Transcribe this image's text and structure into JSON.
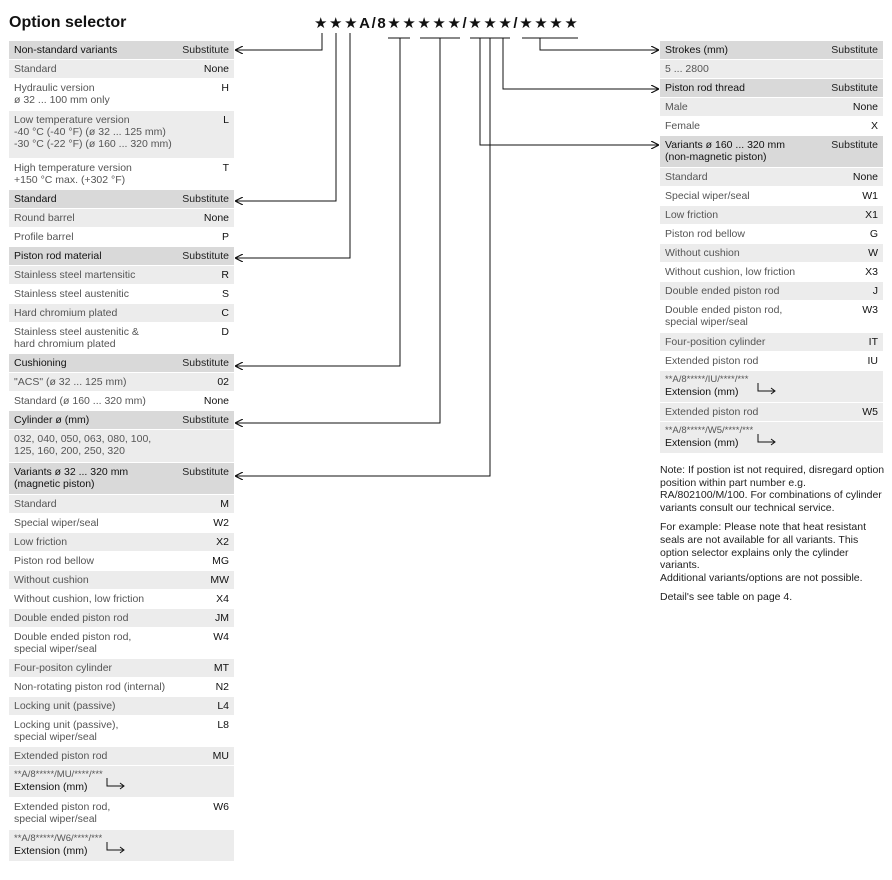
{
  "title": "Option selector",
  "code": "★★★A/8★★★★★/★★★/★★★★",
  "left_table": [
    {
      "type": "hdr",
      "label": "Non-standard variants",
      "code": "Substitute",
      "h": 19
    },
    {
      "type": "g",
      "label": "Standard",
      "code": "None",
      "h": 19
    },
    {
      "type": "w",
      "label": "Hydraulic version\nø 32 ... 100 mm only",
      "code": "H",
      "h": 32
    },
    {
      "type": "g",
      "label": "Low temperature version\n-40 °C (-40 °F) (ø 32 ... 125 mm)\n-30 °C (-22 °F) (ø 160 ... 320 mm)",
      "code": "L",
      "h": 48
    },
    {
      "type": "w",
      "label": "High temperature version\n+150 °C max. (+302 °F)",
      "code": "T",
      "h": 31
    },
    {
      "type": "hdr",
      "label": "Standard",
      "code": "Substitute",
      "h": 19
    },
    {
      "type": "g",
      "label": "Round barrel",
      "code": "None",
      "h": 19
    },
    {
      "type": "w",
      "label": "Profile barrel",
      "code": "P",
      "h": 19
    },
    {
      "type": "hdr",
      "label": "Piston rod material",
      "code": "Substitute",
      "h": 19
    },
    {
      "type": "g",
      "label": "Stainless steel martensitic",
      "code": "R",
      "h": 19
    },
    {
      "type": "w",
      "label": "Stainless steel austenitic",
      "code": "S",
      "h": 19
    },
    {
      "type": "g",
      "label": "Hard chromium plated",
      "code": "C",
      "h": 19
    },
    {
      "type": "w",
      "label": "Stainless steel austenitic &\nhard chromium plated",
      "code": "D",
      "h": 31
    },
    {
      "type": "hdr",
      "label": "Cushioning",
      "code": "Substitute",
      "h": 19
    },
    {
      "type": "g",
      "label": "\"ACS\" (ø 32 ... 125 mm)",
      "code": "02",
      "h": 19
    },
    {
      "type": "w",
      "label": "Standard (ø 160 ... 320 mm)",
      "code": "None",
      "h": 19
    },
    {
      "type": "hdr",
      "label": "Cylinder ø (mm)",
      "code": "Substitute",
      "h": 19
    },
    {
      "type": "g",
      "label": "032, 040, 050, 063, 080, 100,\n125, 160, 200, 250, 320",
      "code": "",
      "h": 33
    },
    {
      "type": "hdr",
      "label": "Variants ø 32 ... 320 mm\n(magnetic piston)",
      "code": "Substitute",
      "h": 32
    },
    {
      "type": "g",
      "label": "Standard",
      "code": "M",
      "h": 19
    },
    {
      "type": "w",
      "label": "Special wiper/seal",
      "code": "W2",
      "h": 19
    },
    {
      "type": "g",
      "label": "Low friction",
      "code": "X2",
      "h": 19
    },
    {
      "type": "w",
      "label": "Piston rod bellow",
      "code": "MG",
      "h": 19
    },
    {
      "type": "g",
      "label": "Without cushion",
      "code": "MW",
      "h": 19
    },
    {
      "type": "w",
      "label": "Without cushion, low friction",
      "code": "X4",
      "h": 19
    },
    {
      "type": "g",
      "label": "Double ended piston rod",
      "code": "JM",
      "h": 19
    },
    {
      "type": "w",
      "label": "Double ended piston rod,\nspecial wiper/seal",
      "code": "W4",
      "h": 31
    },
    {
      "type": "g",
      "label": "Four-positon cylinder",
      "code": "MT",
      "h": 19
    },
    {
      "type": "w",
      "label": "Non-rotating piston rod (internal)",
      "code": "N2",
      "h": 19
    },
    {
      "type": "g",
      "label": "Locking unit (passive)",
      "code": "L4",
      "h": 19
    },
    {
      "type": "w",
      "label": "Locking unit (passive),\nspecial wiper/seal",
      "code": "L8",
      "h": 31
    },
    {
      "type": "g",
      "label": "Extended piston rod",
      "code": "MU",
      "h": 19
    },
    {
      "type": "ext",
      "label": "**A/8*****/MU/****/***",
      "label2": "Extension (mm)",
      "h": 32
    },
    {
      "type": "w",
      "label": "Extended piston rod,\nspecial wiper/seal",
      "code": "W6",
      "h": 32
    },
    {
      "type": "ext",
      "label": "**A/8*****/W6/****/***",
      "label2": "Extension (mm)",
      "h": 32
    }
  ],
  "right_table": [
    {
      "type": "hdr",
      "label": "Strokes (mm)",
      "code": "Substitute",
      "h": 19
    },
    {
      "type": "g",
      "label": "5 ... 2800",
      "code": "",
      "h": 19
    },
    {
      "type": "hdr",
      "label": "Piston rod thread",
      "code": "Substitute",
      "h": 19
    },
    {
      "type": "g",
      "label": "Male",
      "code": "None",
      "h": 19
    },
    {
      "type": "w",
      "label": "Female",
      "code": "X",
      "h": 19
    },
    {
      "type": "hdr",
      "label": "Variants ø 160 ... 320 mm\n(non-magnetic piston)",
      "code": "Substitute",
      "h": 32
    },
    {
      "type": "g",
      "label": "Standard",
      "code": "None",
      "h": 19
    },
    {
      "type": "w",
      "label": "Special wiper/seal",
      "code": "W1",
      "h": 19
    },
    {
      "type": "g",
      "label": "Low friction",
      "code": "X1",
      "h": 19
    },
    {
      "type": "w",
      "label": "Piston rod bellow",
      "code": "G",
      "h": 19
    },
    {
      "type": "g",
      "label": "Without cushion",
      "code": "W",
      "h": 19
    },
    {
      "type": "w",
      "label": "Without cushion, low friction",
      "code": "X3",
      "h": 19
    },
    {
      "type": "g",
      "label": "Double ended piston rod",
      "code": "J",
      "h": 19
    },
    {
      "type": "w",
      "label": "Double ended piston rod,\nspecial wiper/seal",
      "code": "W3",
      "h": 32
    },
    {
      "type": "g",
      "label": "Four-position cylinder",
      "code": "IT",
      "h": 19
    },
    {
      "type": "w",
      "label": "Extended piston rod",
      "code": "IU",
      "h": 19
    },
    {
      "type": "ext",
      "label": "**A/8*****/IU/****/***",
      "label2": "Extension (mm)",
      "h": 32
    },
    {
      "type": "g",
      "label": "Extended piston rod",
      "code": "W5",
      "h": 19
    },
    {
      "type": "ext",
      "label": "**A/8*****/W5/****/***",
      "label2": "Extension (mm)",
      "h": 32
    }
  ],
  "notes": [
    "Note: If postion ist not required, disregard option position within part number e.g. RA/802100/M/100. For combinations of cylinder variants consult our technical service.",
    "For example: Please note that heat resistant seals are not available for all variants. This option selector explains only the cylinder variants.\nAdditional variants/options are not possible.",
    "Detail's see table on page 4."
  ]
}
